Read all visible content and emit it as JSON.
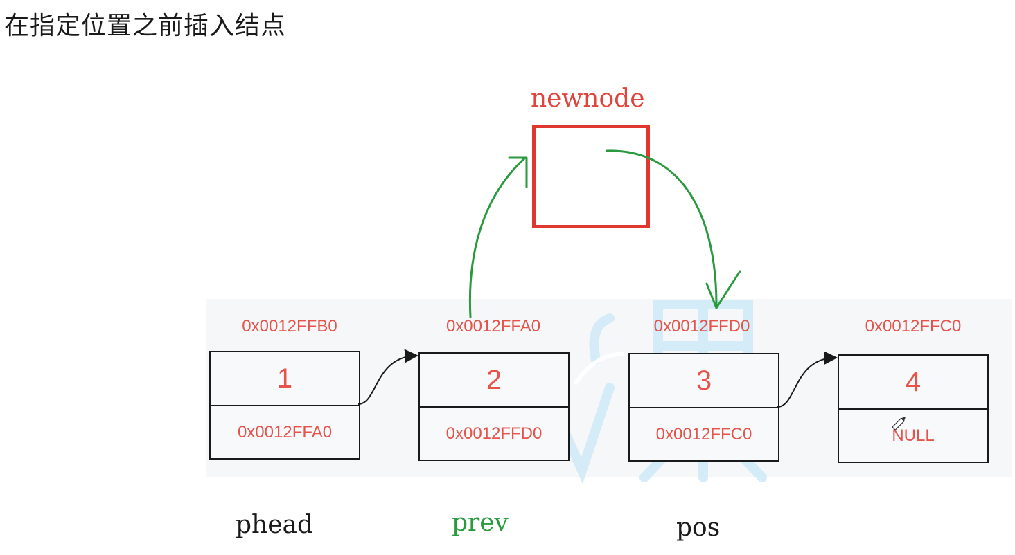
{
  "title": "在指定位置之前插入结点",
  "newnode": {
    "label": "newnode"
  },
  "nodes": [
    {
      "address": "0x0012FFB0",
      "value": "1",
      "next": "0x0012FFA0"
    },
    {
      "address": "0x0012FFA0",
      "value": "2",
      "next": "0x0012FFD0"
    },
    {
      "address": "0x0012FFD0",
      "value": "3",
      "next": "0x0012FFC0"
    },
    {
      "address": "0x0012FFC0",
      "value": "4",
      "next": "NULL"
    }
  ],
  "pointers": {
    "phead": "phead",
    "prev": "prev",
    "pos": "pos"
  },
  "colors": {
    "accent_red": "#e0372f",
    "text_red": "#e5534b",
    "green": "#2a9a3f",
    "watermark": "#bfe3f7"
  },
  "icons": {
    "cursor": "pencil-cursor-icon"
  }
}
